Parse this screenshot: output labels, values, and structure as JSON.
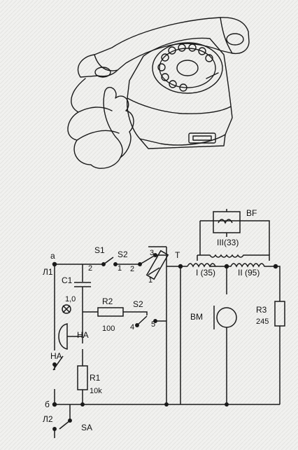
{
  "illustration": {
    "name": "rotary-telephone"
  },
  "circuit": {
    "terminals": {
      "a": "а",
      "l1": "Л1",
      "b": "б",
      "l2": "Л2"
    },
    "c1": {
      "name": "C1",
      "value": "1,0"
    },
    "s1": {
      "name": "S1",
      "contact_left": "2",
      "contact_right": "1"
    },
    "s2_top": {
      "name": "S2",
      "contact_2": "2",
      "contact_3": "3",
      "contact_1": "1"
    },
    "s2_mid": {
      "name": "S2",
      "contact_4": "4",
      "contact_5": "5"
    },
    "r2": {
      "name": "R2",
      "value": "100"
    },
    "ha": {
      "name": "НА",
      "switch_name": "НА"
    },
    "r1": {
      "name": "R1",
      "value": "10k"
    },
    "sa": {
      "name": "SA"
    },
    "node_t": "T",
    "bf": {
      "name": "BF"
    },
    "windings": {
      "w1": "I (35)",
      "w2": "II (95)",
      "w3": "III(33)"
    },
    "bm": {
      "name": "BM"
    },
    "r3": {
      "name": "R3",
      "value": "245"
    }
  }
}
